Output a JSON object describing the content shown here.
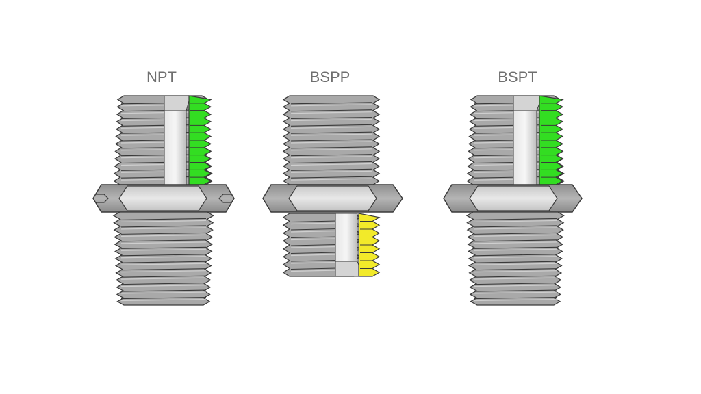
{
  "diagram": {
    "fittings": [
      {
        "id": "npt",
        "label": "NPT",
        "thread_highlight": "#33dd22",
        "bore_side": "top"
      },
      {
        "id": "bspp",
        "label": "BSPP",
        "thread_highlight": "#f2ea2a",
        "bore_side": "bottom"
      },
      {
        "id": "bspt",
        "label": "BSPT",
        "thread_highlight": "#33dd22",
        "bore_side": "top"
      }
    ],
    "colors": {
      "metal": "#a9a9a9",
      "metal_light": "#d9d9d9",
      "outline": "#3a3a3a",
      "text": "#6f6f6f"
    }
  }
}
